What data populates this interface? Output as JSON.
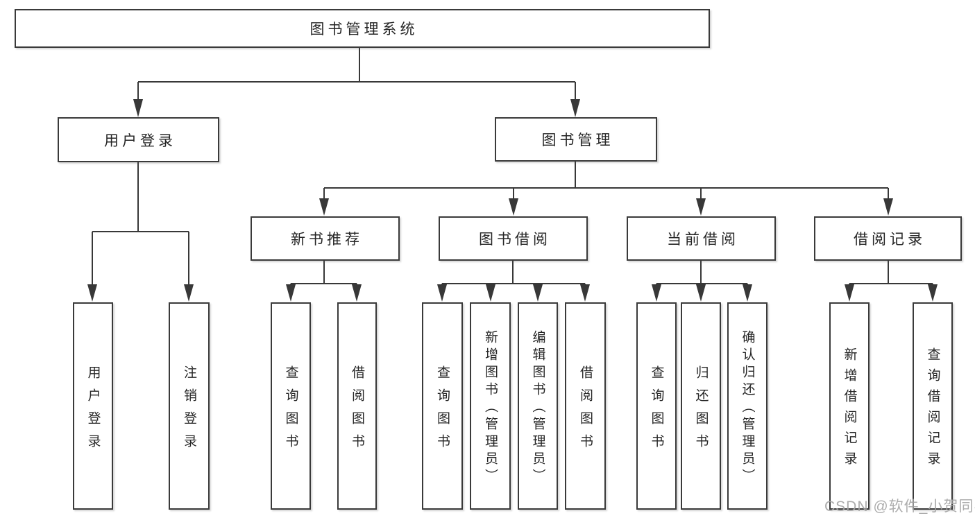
{
  "colors": {
    "line": "#383838",
    "box_border": "#3a3a3a",
    "box_fill": "#ffffff",
    "text": "#262626",
    "watermark_text": "#a5a5a5",
    "background": "#ffffff"
  },
  "tree": {
    "root": {
      "label": "图书管理系统"
    },
    "children": [
      {
        "label": "用户登录",
        "children": [
          {
            "label": "用户登录"
          },
          {
            "label": "注销登录"
          }
        ]
      },
      {
        "label": "图书管理",
        "children": [
          {
            "label": "新书推荐",
            "children": [
              {
                "label": "查询图书"
              },
              {
                "label": "借阅图书"
              }
            ]
          },
          {
            "label": "图书借阅",
            "children": [
              {
                "label": "查询图书"
              },
              {
                "label": "新增图书（管理员）"
              },
              {
                "label": "编辑图书（管理员）"
              },
              {
                "label": "借阅图书"
              }
            ]
          },
          {
            "label": "当前借阅",
            "children": [
              {
                "label": "查询图书"
              },
              {
                "label": "归还图书"
              },
              {
                "label": "确认归还（管理员）"
              }
            ]
          },
          {
            "label": "借阅记录",
            "children": [
              {
                "label": "新增借阅记录"
              },
              {
                "label": "查询借阅记录"
              }
            ]
          }
        ]
      }
    ]
  },
  "watermark": {
    "text": "CSDN @软件_小贺同学"
  }
}
